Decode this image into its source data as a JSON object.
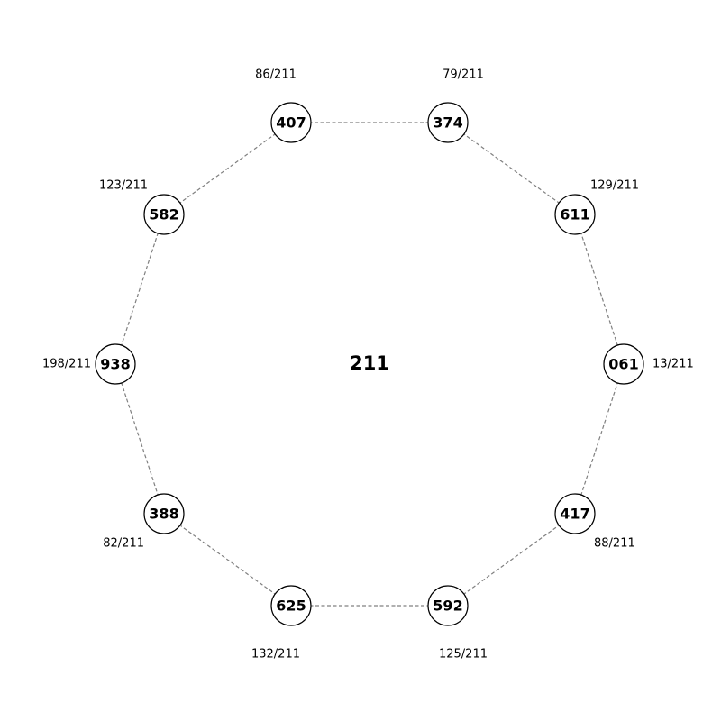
{
  "center": {
    "label": "211"
  },
  "nodes": [
    {
      "label": "407",
      "fraction": "86/211"
    },
    {
      "label": "374",
      "fraction": "79/211"
    },
    {
      "label": "611",
      "fraction": "129/211"
    },
    {
      "label": "061",
      "fraction": "13/211"
    },
    {
      "label": "417",
      "fraction": "88/211"
    },
    {
      "label": "592",
      "fraction": "125/211"
    },
    {
      "label": "625",
      "fraction": "132/211"
    },
    {
      "label": "388",
      "fraction": "82/211"
    },
    {
      "label": "938",
      "fraction": "198/211"
    },
    {
      "label": "582",
      "fraction": "123/211"
    }
  ]
}
